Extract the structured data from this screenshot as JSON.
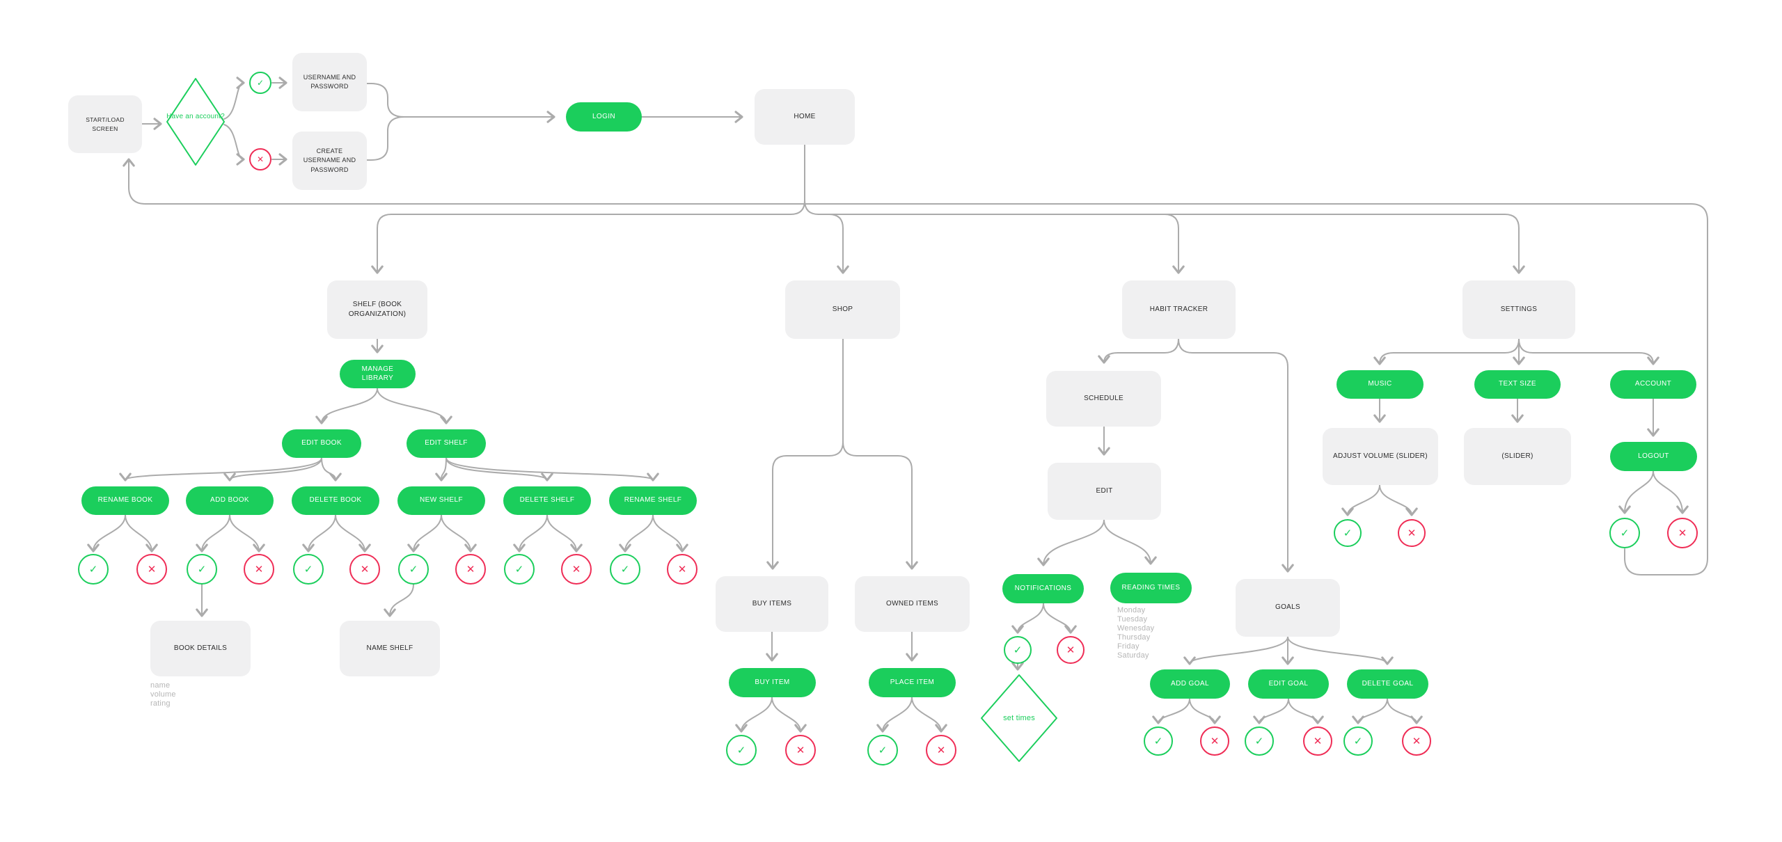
{
  "colors": {
    "green": "#1bce5c",
    "red": "#ef2d56",
    "box_bg": "#f0f0f1",
    "connector": "#ababab",
    "box_text": "#2b2b2b",
    "annotation": "#b6b6b6",
    "canvas_bg": "#ffffff"
  },
  "icons": {
    "check": "✓",
    "cross": "✕"
  },
  "nodes": {
    "start": "START/LOAD SCREEN",
    "have_account": "Have an account?",
    "username_password": "USERNAME AND PASSWORD",
    "create_username_password": "CREATE USERNAME AND PASSWORD",
    "login": "LOGIN",
    "home": "HOME",
    "shelf": "SHELF (BOOK ORGANIZATION)",
    "manage_library": "MANAGE LIBRARY",
    "edit_book": "EDIT BOOK",
    "edit_shelf": "EDIT SHELF",
    "rename_book": "RENAME BOOK",
    "add_book": "ADD BOOK",
    "delete_book": "DELETE BOOK",
    "new_shelf": "NEW SHELF",
    "delete_shelf": "DELETE SHELF",
    "rename_shelf": "RENAME SHELF",
    "book_details": "BOOK DETAILS",
    "name_shelf": "NAME SHELF",
    "shop": "SHOP",
    "buy_items": "BUY ITEMS",
    "owned_items": "OWNED ITEMS",
    "buy_item": "BUY ITEM",
    "place_item": "PLACE ITEM",
    "habit_tracker": "HABIT TRACKER",
    "schedule": "SCHEDULE",
    "edit": "EDIT",
    "notifications": "NOTIFICATIONS",
    "reading_times": "READING TIMES",
    "set_times": "set times",
    "goals": "GOALS",
    "add_goal": "ADD GOAL",
    "edit_goal": "EDIT GOAL",
    "delete_goal": "DELETE GOAL",
    "settings": "SETTINGS",
    "music": "MUSIC",
    "text_size": "TEXT SIZE",
    "account": "ACCOUNT",
    "adjust_volume": "ADJUST VOLUME (SLIDER)",
    "slider": "(SLIDER)",
    "logout": "LOGOUT"
  },
  "annotations": {
    "book_fields": [
      "name",
      "volume",
      "rating"
    ],
    "reading_days": [
      "Monday",
      "Tuesday",
      "Wenesday",
      "Thursday",
      "Friday",
      "Saturday"
    ]
  }
}
